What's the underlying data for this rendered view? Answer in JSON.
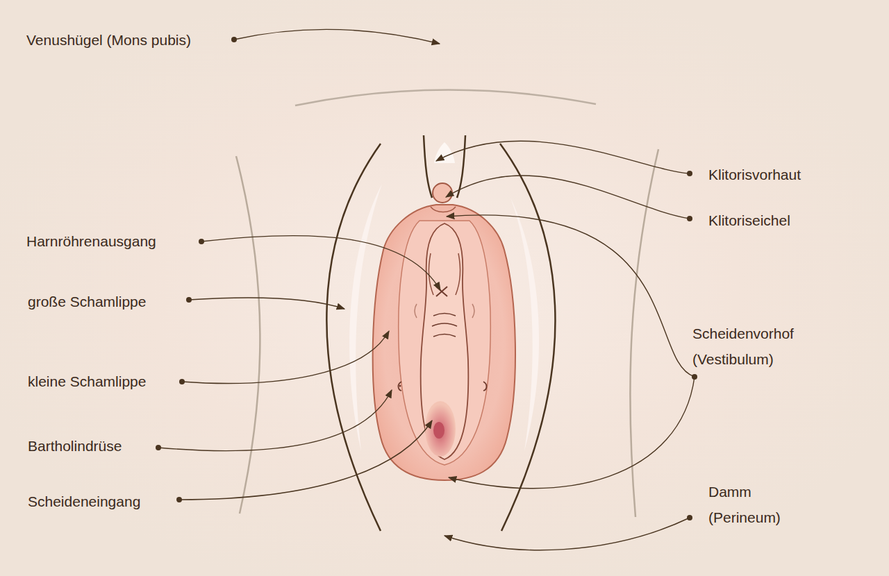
{
  "diagram": {
    "labels": [
      "Venushügel (Mons pubis)",
      "Klitorisvorhaut",
      "Klitoriseichel",
      "Harnröhrenausgang",
      "große Schamlippe",
      "Scheidenvorhof (Vestibulum)",
      "kleine Schamlippe",
      "Bartholindrüse",
      "Scheideneingang",
      "Damm (Perineum)"
    ]
  }
}
